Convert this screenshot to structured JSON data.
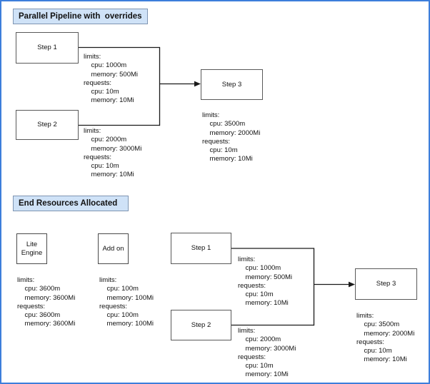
{
  "colors": {
    "frame_border": "#3D7EDB",
    "section_title_fill": "#CFE2F7",
    "section_title_border": "#7F95B2",
    "node_border": "#595959",
    "connector": "#000000"
  },
  "pipeline_section": {
    "title": "Parallel Pipeline with  overrides",
    "step1": {
      "label": "Step 1",
      "resources": [
        "limits:",
        "    cpu: 1000m",
        "    memory: 500Mi",
        "requests:",
        "    cpu: 10m",
        "    memory: 10Mi"
      ]
    },
    "step2": {
      "label": "Step 2",
      "resources": [
        "limits:",
        "    cpu: 2000m",
        "    memory: 3000Mi",
        "requests:",
        "    cpu: 10m",
        "    memory: 10Mi"
      ]
    },
    "step3": {
      "label": "Step 3",
      "resources": [
        "limits:",
        "    cpu: 3500m",
        "    memory: 2000Mi",
        "requests:",
        "    cpu: 10m",
        "    memory: 10Mi"
      ]
    }
  },
  "end_resources_section": {
    "title": "End Resources Allocated",
    "lite_engine": {
      "label": [
        "Lite",
        "Engine"
      ],
      "resources": [
        "limits:",
        "    cpu: 3600m",
        "    memory: 3600Mi",
        "requests:",
        "    cpu: 3600m",
        "    memory: 3600Mi"
      ]
    },
    "add_on": {
      "label": "Add on",
      "resources": [
        "limits:",
        "    cpu: 100m",
        "    memory: 100Mi",
        "requests:",
        "    cpu: 100m",
        "    memory: 100Mi"
      ]
    },
    "step1": {
      "label": "Step 1",
      "resources": [
        "limits:",
        "    cpu: 1000m",
        "    memory: 500Mi",
        "requests:",
        "    cpu: 10m",
        "    memory: 10Mi"
      ]
    },
    "step2": {
      "label": "Step 2",
      "resources": [
        "limits:",
        "    cpu: 2000m",
        "    memory: 3000Mi",
        "requests:",
        "    cpu: 10m",
        "    memory: 10Mi"
      ]
    },
    "step3": {
      "label": "Step 3",
      "resources": [
        "limits:",
        "    cpu: 3500m",
        "    memory: 2000Mi",
        "requests:",
        "    cpu: 10m",
        "    memory: 10Mi"
      ]
    }
  }
}
